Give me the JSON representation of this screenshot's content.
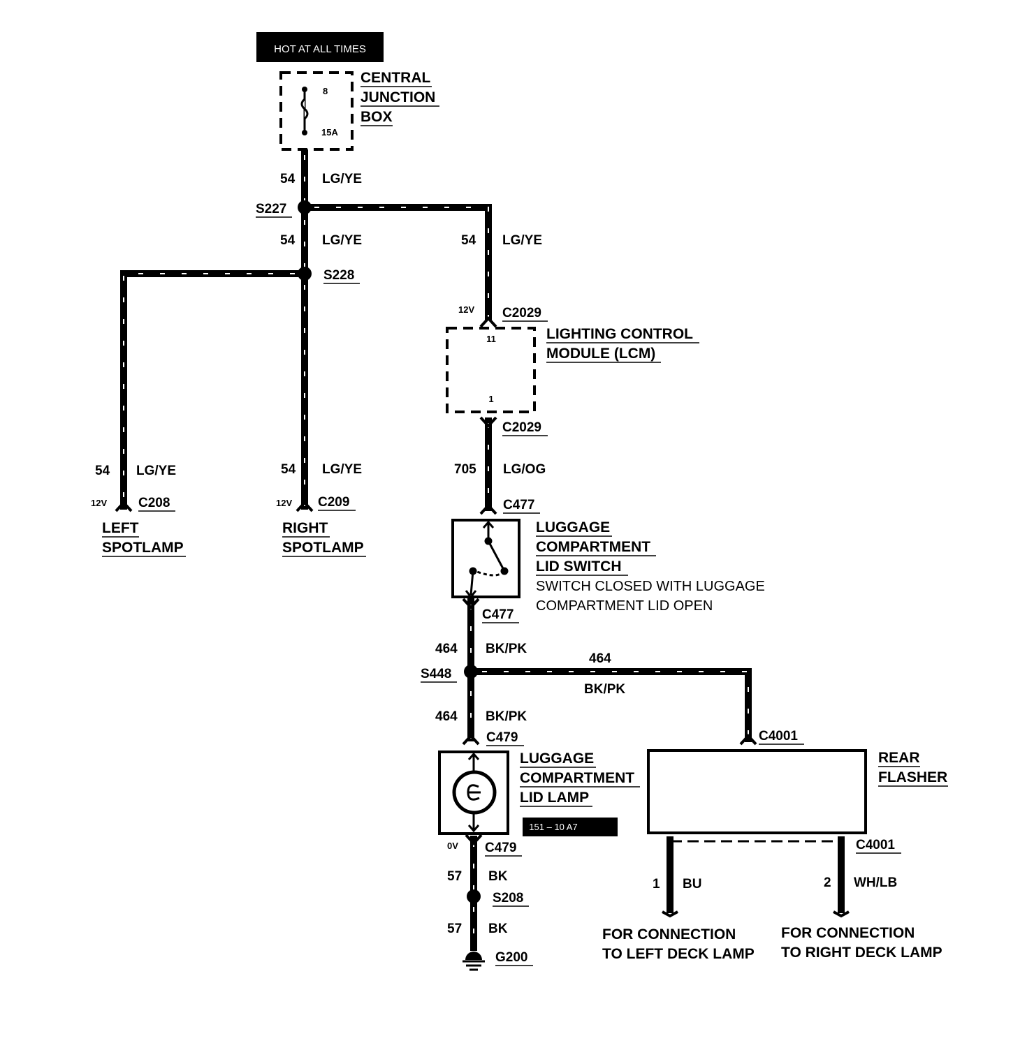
{
  "header": {
    "hot_label": "HOT AT ALL TIMES"
  },
  "cjb": {
    "name": [
      "CENTRAL",
      "JUNCTION",
      "BOX"
    ],
    "fuse_number": "8",
    "fuse_rating": "15A"
  },
  "wires": {
    "w54": {
      "circuit": "54",
      "color": "LG/YE"
    },
    "w705": {
      "circuit": "705",
      "color": "LG/OG"
    },
    "w464": {
      "circuit": "464",
      "color": "BK/PK"
    },
    "w57": {
      "circuit": "57",
      "color": "BK"
    },
    "w1": {
      "circuit": "1",
      "color": "BU"
    },
    "w2": {
      "circuit": "2",
      "color": "WH/LB"
    }
  },
  "splices": {
    "s227": "S227",
    "s228": "S228",
    "s448": "S448",
    "s208": "S208"
  },
  "connectors": {
    "c2029": "C2029",
    "c208": "C208",
    "c209": "C209",
    "c477": "C477",
    "c479": "C479",
    "c4001": "C4001"
  },
  "voltages": {
    "v12": "12V",
    "v0": "0V"
  },
  "lcm": {
    "name": [
      "LIGHTING CONTROL",
      "MODULE (LCM)"
    ],
    "pin_top": "11",
    "pin_bottom": "1"
  },
  "left_spot": {
    "name": [
      "LEFT",
      "SPOTLAMP"
    ]
  },
  "right_spot": {
    "name": [
      "RIGHT",
      "SPOTLAMP"
    ]
  },
  "lid_switch": {
    "name": [
      "LUGGAGE",
      "COMPARTMENT",
      "LID SWITCH"
    ],
    "note": [
      "SWITCH CLOSED WITH LUGGAGE",
      "COMPARTMENT LID OPEN"
    ]
  },
  "lid_lamp": {
    "name": [
      "LUGGAGE",
      "COMPARTMENT",
      "LID LAMP"
    ]
  },
  "figure_id": "151 – 10 A7",
  "rear_flasher": {
    "name": [
      "REAR",
      "FLASHER"
    ]
  },
  "ground": {
    "name": "G200"
  },
  "deck_left": {
    "text": [
      "FOR CONNECTION",
      "TO LEFT DECK LAMP"
    ]
  },
  "deck_right": {
    "text": [
      "FOR CONNECTION",
      "TO RIGHT DECK LAMP"
    ]
  }
}
